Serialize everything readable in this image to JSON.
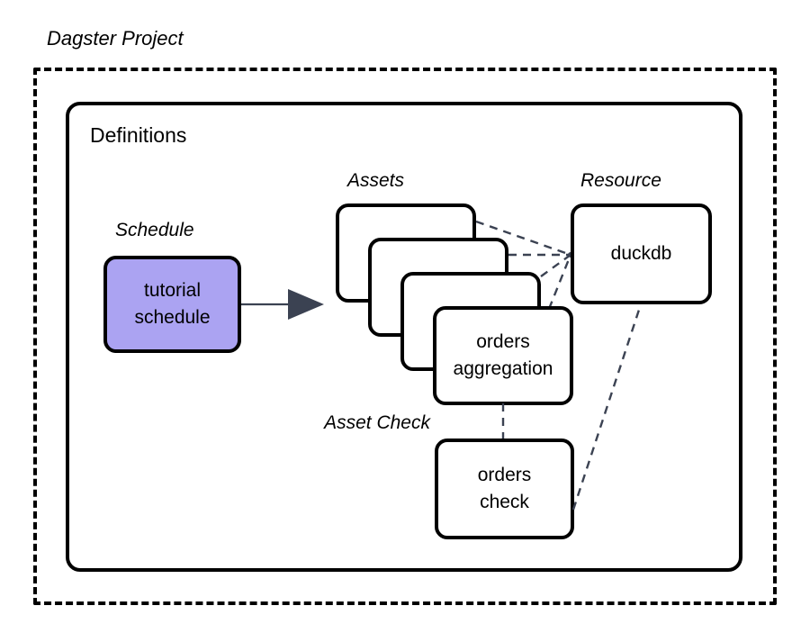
{
  "diagram": {
    "title": "Dagster Project",
    "container_label": "Definitions",
    "captions": {
      "schedule": "Schedule",
      "assets": "Assets",
      "resource": "Resource",
      "asset_check": "Asset Check"
    },
    "nodes": {
      "schedule": {
        "label": "tutorial\nschedule",
        "line1": "tutorial",
        "line2": "schedule",
        "fill": "#ABA3F2",
        "stroke": "#000000"
      },
      "asset_front": {
        "line1": "orders",
        "line2": "aggregation",
        "fill": "#FFFFFF",
        "stroke": "#000000"
      },
      "asset_stack_count": 4,
      "resource": {
        "label": "duckdb",
        "fill": "#FFFFFF",
        "stroke": "#000000"
      },
      "asset_check": {
        "line1": "orders",
        "line2": "check",
        "fill": "#FFFFFF",
        "stroke": "#000000"
      }
    },
    "edges": [
      {
        "name": "schedule-to-assets",
        "from": "tutorial schedule",
        "to": "assets",
        "style": "solid-arrow",
        "color": "#3B4252"
      },
      {
        "name": "asset-1-to-duckdb",
        "from": "asset card 1",
        "to": "duckdb",
        "style": "dashed",
        "color": "#3B4252"
      },
      {
        "name": "asset-2-to-duckdb",
        "from": "asset card 2",
        "to": "duckdb",
        "style": "dashed",
        "color": "#3B4252"
      },
      {
        "name": "asset-3-to-duckdb",
        "from": "asset card 3",
        "to": "duckdb",
        "style": "dashed",
        "color": "#3B4252"
      },
      {
        "name": "asset-front-to-duckdb",
        "from": "orders aggregation",
        "to": "duckdb",
        "style": "dashed",
        "color": "#3B4252"
      },
      {
        "name": "asset-front-to-check",
        "from": "orders aggregation",
        "to": "orders check",
        "style": "dashed",
        "color": "#3B4252"
      },
      {
        "name": "check-to-duckdb",
        "from": "orders check",
        "to": "duckdb",
        "style": "dashed",
        "color": "#3B4252"
      }
    ],
    "colors": {
      "background": "#FFFFFF",
      "outline": "#000000",
      "edge": "#3B4252",
      "schedule_fill": "#ABA3F2"
    }
  }
}
